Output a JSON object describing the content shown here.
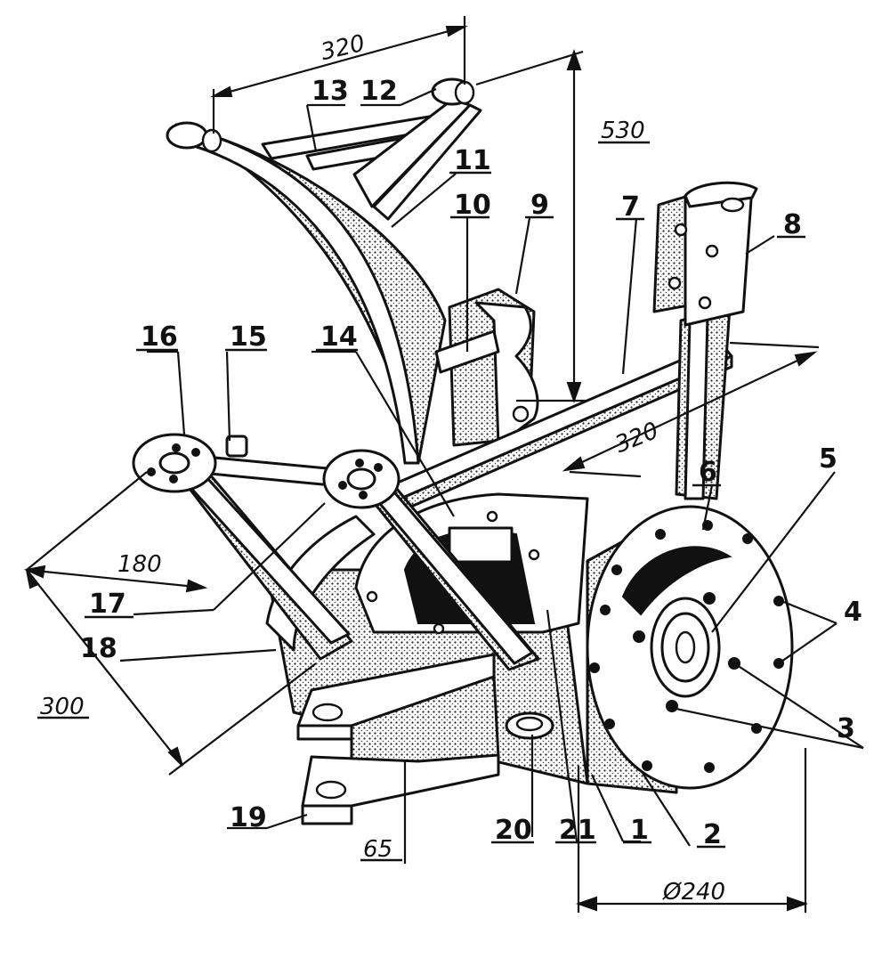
{
  "part_labels": [
    "1",
    "2",
    "3",
    "4",
    "5",
    "6",
    "7",
    "8",
    "9",
    "10",
    "11",
    "12",
    "13",
    "14",
    "15",
    "16",
    "17",
    "18",
    "19",
    "20",
    "21"
  ],
  "dimensions": {
    "top_width": "320",
    "height": "530",
    "frame_length": "320",
    "arm_span": "180",
    "arm_length": "300",
    "bracket_gap": "65",
    "wheel_diameter": "Ø240"
  }
}
